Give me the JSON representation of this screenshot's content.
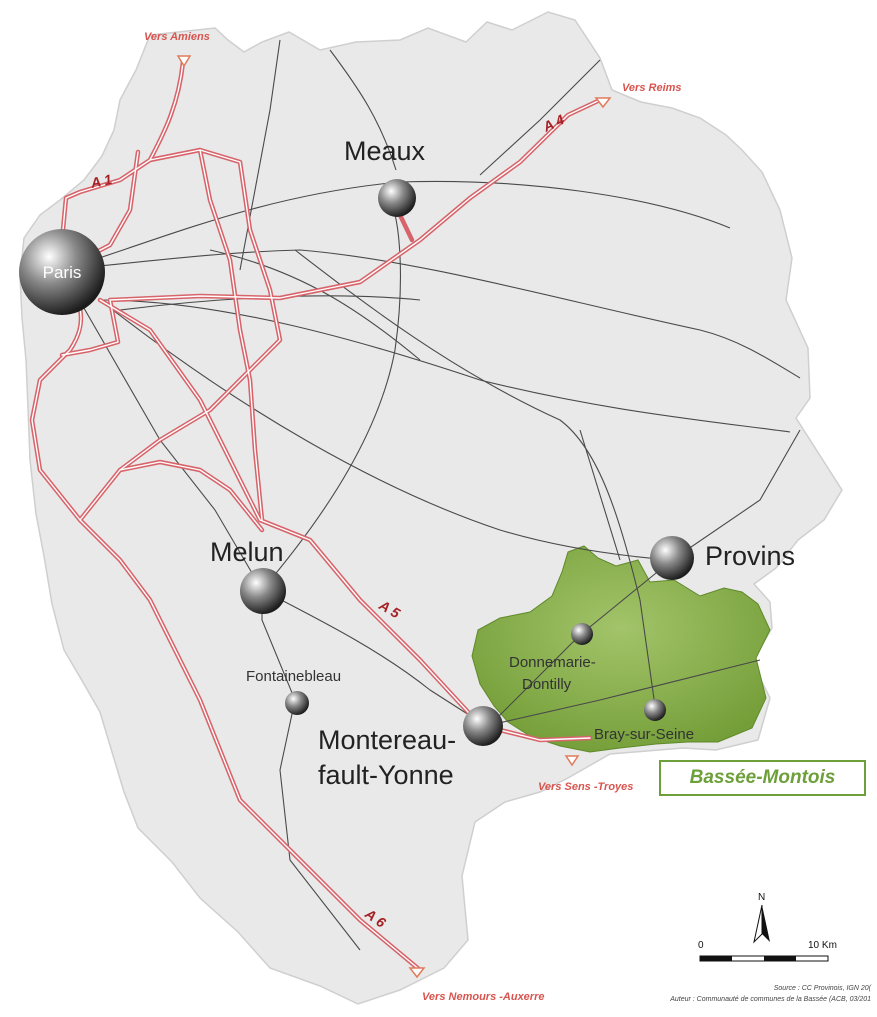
{
  "cities": {
    "paris": "Paris",
    "meaux": "Meaux",
    "melun": "Melun",
    "provins": "Provins",
    "fontainebleau": "Fontainebleau",
    "montereau_1": "Montereau-",
    "montereau_2": "fault-Yonne",
    "donnemarie_1": "Donnemarie-",
    "donnemarie_2": "Dontilly",
    "bray": "Bray-sur-Seine"
  },
  "directions": {
    "amiens": "Vers Amiens",
    "reims": "Vers Reims",
    "sens": "Vers Sens -Troyes",
    "nemours": "Vers Nemours -Auxerre"
  },
  "highways": {
    "a1": "A 1",
    "a4": "A 4",
    "a5": "A 5",
    "a6": "A 6"
  },
  "legend": {
    "area_name": "Bassée-Montois",
    "area_color": "#7ea83f"
  },
  "scale": {
    "zero": "0",
    "end": "10 Km",
    "north": "N"
  },
  "source": {
    "line1": "Source : CC Provinois, IGN 20(",
    "line2": "Auteur : Communauté de communes de la Bassée (ACB, 03/201"
  },
  "colors": {
    "highway": "#d7646a",
    "road": "#4a4a4a",
    "territory": "#e9e9e9"
  }
}
